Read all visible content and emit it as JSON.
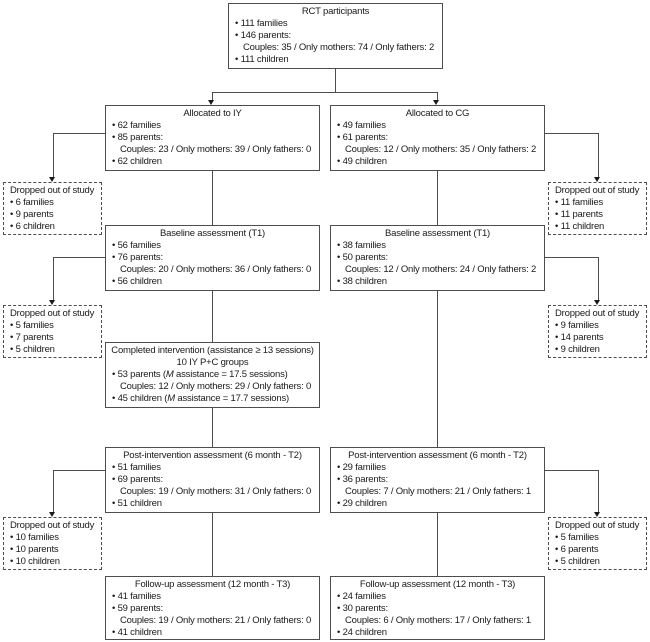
{
  "colors": {
    "box_border": "#4d4d4d",
    "connector": "#4d4d4d",
    "text": "#1a1a1a",
    "background": "#ffffff"
  },
  "boxes": {
    "rct": {
      "title": "RCT participants",
      "l1": "• 111 families",
      "l2": "• 146 parents:",
      "l3": "Couples: 35 / Only mothers: 74 / Only fathers: 2",
      "l4": "• 111 children"
    },
    "allocated_iy": {
      "title": "Allocated to IY",
      "l1": "• 62 families",
      "l2": "• 85 parents:",
      "l3": "Couples: 23 / Only mothers: 39 / Only fathers: 0",
      "l4": "• 62 children"
    },
    "allocated_cg": {
      "title": "Allocated to CG",
      "l1": "• 49 families",
      "l2": "• 61 parents:",
      "l3": "Couples: 12 / Only mothers: 35 / Only fathers: 2",
      "l4": "• 49 children"
    },
    "dropped_1_left": {
      "title": "Dropped out of study",
      "l1": "• 6 families",
      "l2": "• 9 parents",
      "l3": "• 6 children"
    },
    "dropped_1_right": {
      "title": "Dropped out of study",
      "l1": "• 11 families",
      "l2": "• 11 parents",
      "l3": "• 11 children"
    },
    "baseline_iy": {
      "title": "Baseline assessment (T1)",
      "l1": "• 56 families",
      "l2": "• 76 parents:",
      "l3": "Couples: 20 / Only mothers: 36 / Only fathers: 0",
      "l4": "• 56 children"
    },
    "baseline_cg": {
      "title": "Baseline assessment (T1)",
      "l1": "• 38 families",
      "l2": "• 50 parents:",
      "l3": "Couples: 12 / Only mothers: 24 / Only fathers: 2",
      "l4": "• 38 children"
    },
    "dropped_2_left": {
      "title": "Dropped out of study",
      "l1": "• 5 families",
      "l2": "• 7 parents",
      "l3": "• 5 children"
    },
    "dropped_2_right": {
      "title": "Dropped out of study",
      "l1": "• 9 families",
      "l2": "• 14 parents",
      "l3": "• 9 children"
    },
    "completed": {
      "title1": "Completed intervention (assistance ≥ 13 sessions)",
      "title2": "10 IY P+C groups",
      "l1_pre": "• 53 parents (",
      "l1_italic": "M",
      "l1_post": " assistance = 17.5 sessions)",
      "l2": "Couples: 12 / Only mothers: 29 / Only fathers: 0",
      "l3_pre": "• 45 children (",
      "l3_italic": "M",
      "l3_post": " assistance = 17.7 sessions)"
    },
    "post_iy": {
      "title": "Post-intervention assessment (6 month - T2)",
      "l1": "• 51 families",
      "l2": "• 69 parents:",
      "l3": "Couples: 19 / Only mothers: 31 / Only fathers: 0",
      "l4": "• 51 children"
    },
    "post_cg": {
      "title": "Post-intervention assessment (6 month - T2)",
      "l1": "• 29 families",
      "l2": "• 36 parents:",
      "l3": "Couples: 7 / Only mothers: 21 / Only fathers: 1",
      "l4": "• 29 children"
    },
    "dropped_3_left": {
      "title": "Dropped out of study",
      "l1": "• 10 families",
      "l2": "• 10 parents",
      "l3": "• 10 children"
    },
    "dropped_3_right": {
      "title": "Dropped out of study",
      "l1": "• 5 families",
      "l2": "• 6 parents",
      "l3": "• 5 children"
    },
    "followup_iy": {
      "title": "Follow-up assessment (12 month - T3)",
      "l1": "• 41 families",
      "l2": "• 59 parents:",
      "l3": "Couples: 19 / Only mothers: 21 / Only fathers: 0",
      "l4": "• 41 children"
    },
    "followup_cg": {
      "title": "Follow-up assessment (12 month - T3)",
      "l1": "• 24 families",
      "l2": "• 30 parents:",
      "l3": "Couples: 6 / Only mothers: 17 / Only fathers: 1",
      "l4": "• 24 children"
    }
  }
}
